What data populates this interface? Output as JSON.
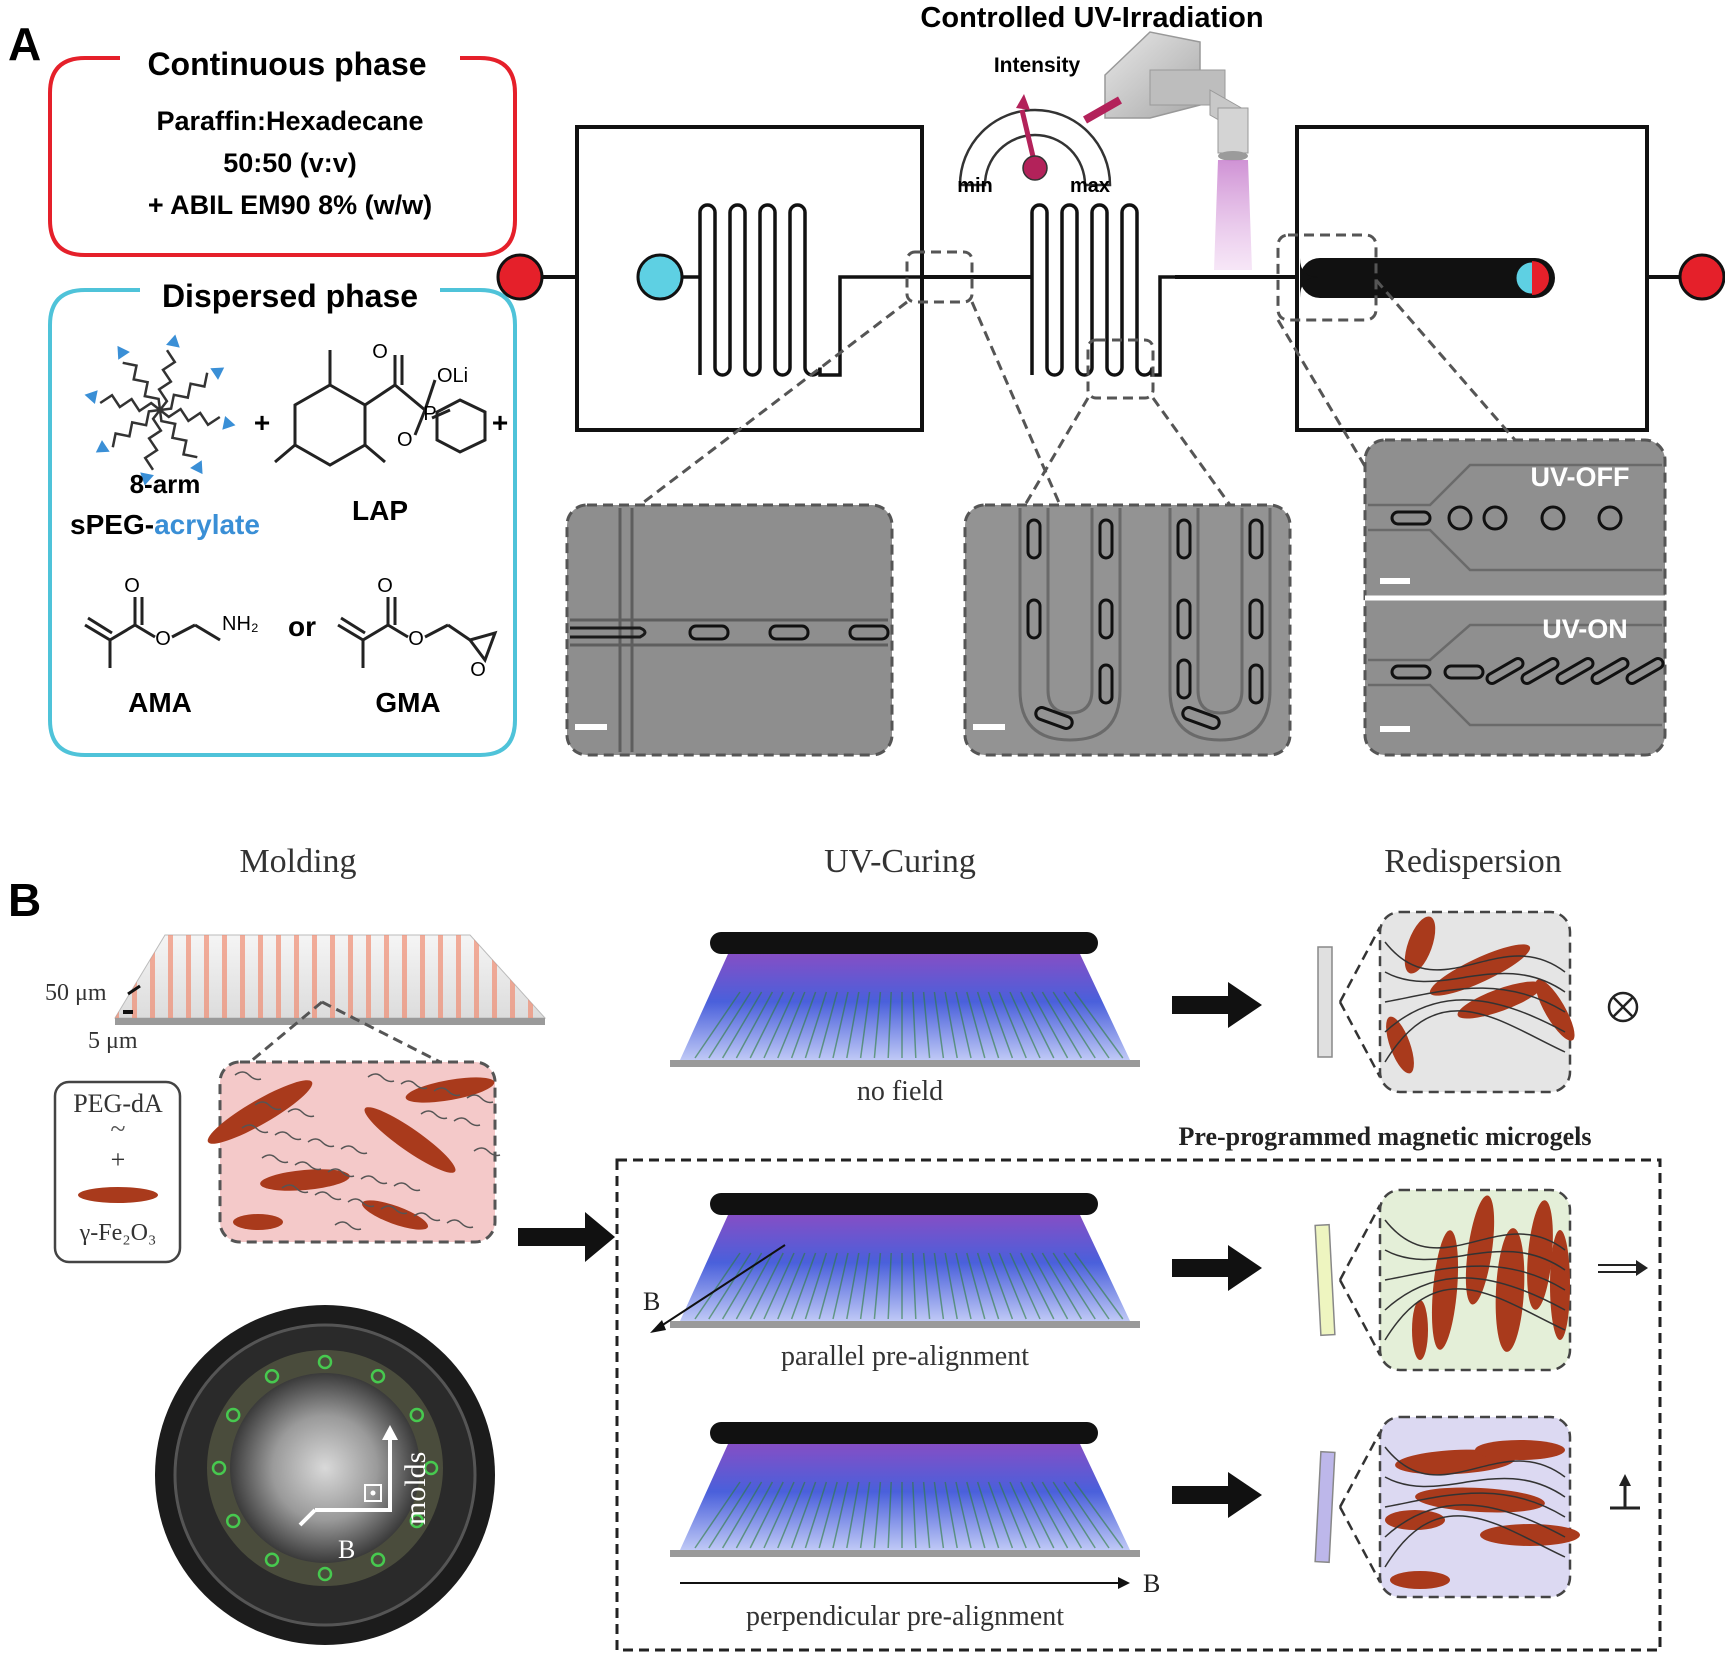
{
  "colors": {
    "continuous_border": "#e5202a",
    "dispersed_border": "#4fc3d9",
    "inlet_red": "#e5202a",
    "inlet_cyan": "#5ed0e3",
    "acrylate_blue": "#3a8fd6",
    "dial_accent": "#b3225a",
    "uv_beam": "#d9a3dc",
    "uv_glow": "#3a4fd8",
    "nanorod": "#a93a1c",
    "gel_pink": "#f4c9c9",
    "gel_green": "#e4efd8",
    "gel_lilac": "#dcd9f2",
    "chip_grey": "#8c8c8c"
  },
  "icons": [
    "uv-lamp-icon",
    "intensity-dial-icon",
    "arrow-right-icon",
    "into-page-icon",
    "parallel-arrow-icon",
    "perpendicular-icon"
  ],
  "panelA": {
    "label": "A",
    "continuous": {
      "title": "Continuous phase",
      "line1": "Paraffin:Hexadecane",
      "line2": "50:50 (v:v)",
      "line3": "+ ABIL EM90 8% (w/w)"
    },
    "dispersed": {
      "title": "Dispersed phase",
      "arm_label": "8-arm",
      "speg_prefix": "sPEG-",
      "speg_suffix": "acrylate",
      "lap": "LAP",
      "oli": "OLi",
      "p_atom": "P",
      "o_atom": "O",
      "plus": "+",
      "or": "or",
      "nh2": "NH₂",
      "ama": "AMA",
      "gma": "GMA"
    },
    "uv": {
      "title": "Controlled UV-Irradiation",
      "intensity": "Intensity",
      "min": "min",
      "max": "max"
    },
    "micro": {
      "uv_off": "UV-OFF",
      "uv_on": "UV-ON"
    }
  },
  "panelB": {
    "label": "B",
    "molding": "Molding",
    "uv_curing": "UV-Curing",
    "redispersion": "Redispersion",
    "dim_50": "50 μm",
    "dim_5": "5 μm",
    "peg_da": "PEG-dA",
    "tilde": "~",
    "plus": "+",
    "fe2o3": "γ-Fe₂O₃",
    "no_field": "no field",
    "preprogrammed": "Pre-programmed magnetic microgels",
    "parallel": "parallel pre-alignment",
    "perpendicular": "perpendicular pre-alignment",
    "b_vec": "B",
    "molds": "molds"
  }
}
